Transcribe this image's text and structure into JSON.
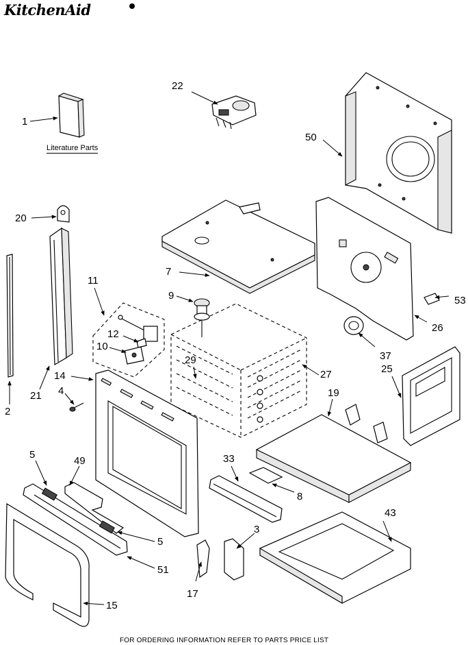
{
  "header": {
    "brand": "KitchenAid"
  },
  "literature_label": "Literature Parts",
  "footer": "FOR ORDERING INFORMATION REFER TO PARTS PRICE LIST",
  "callouts": {
    "c1": "1",
    "c2": "2",
    "c3": "3",
    "c4": "4",
    "c5a": "5",
    "c5b": "5",
    "c7": "7",
    "c8": "8",
    "c9": "9",
    "c10": "10",
    "c11": "11",
    "c12": "12",
    "c14": "14",
    "c15": "15",
    "c17": "17",
    "c19": "19",
    "c20": "20",
    "c21": "21",
    "c22": "22",
    "c25": "25",
    "c26": "26",
    "c27": "27",
    "c29": "29",
    "c33": "33",
    "c37": "37",
    "c43": "43",
    "c49": "49",
    "c50": "50",
    "c51": "51",
    "c53": "53"
  }
}
